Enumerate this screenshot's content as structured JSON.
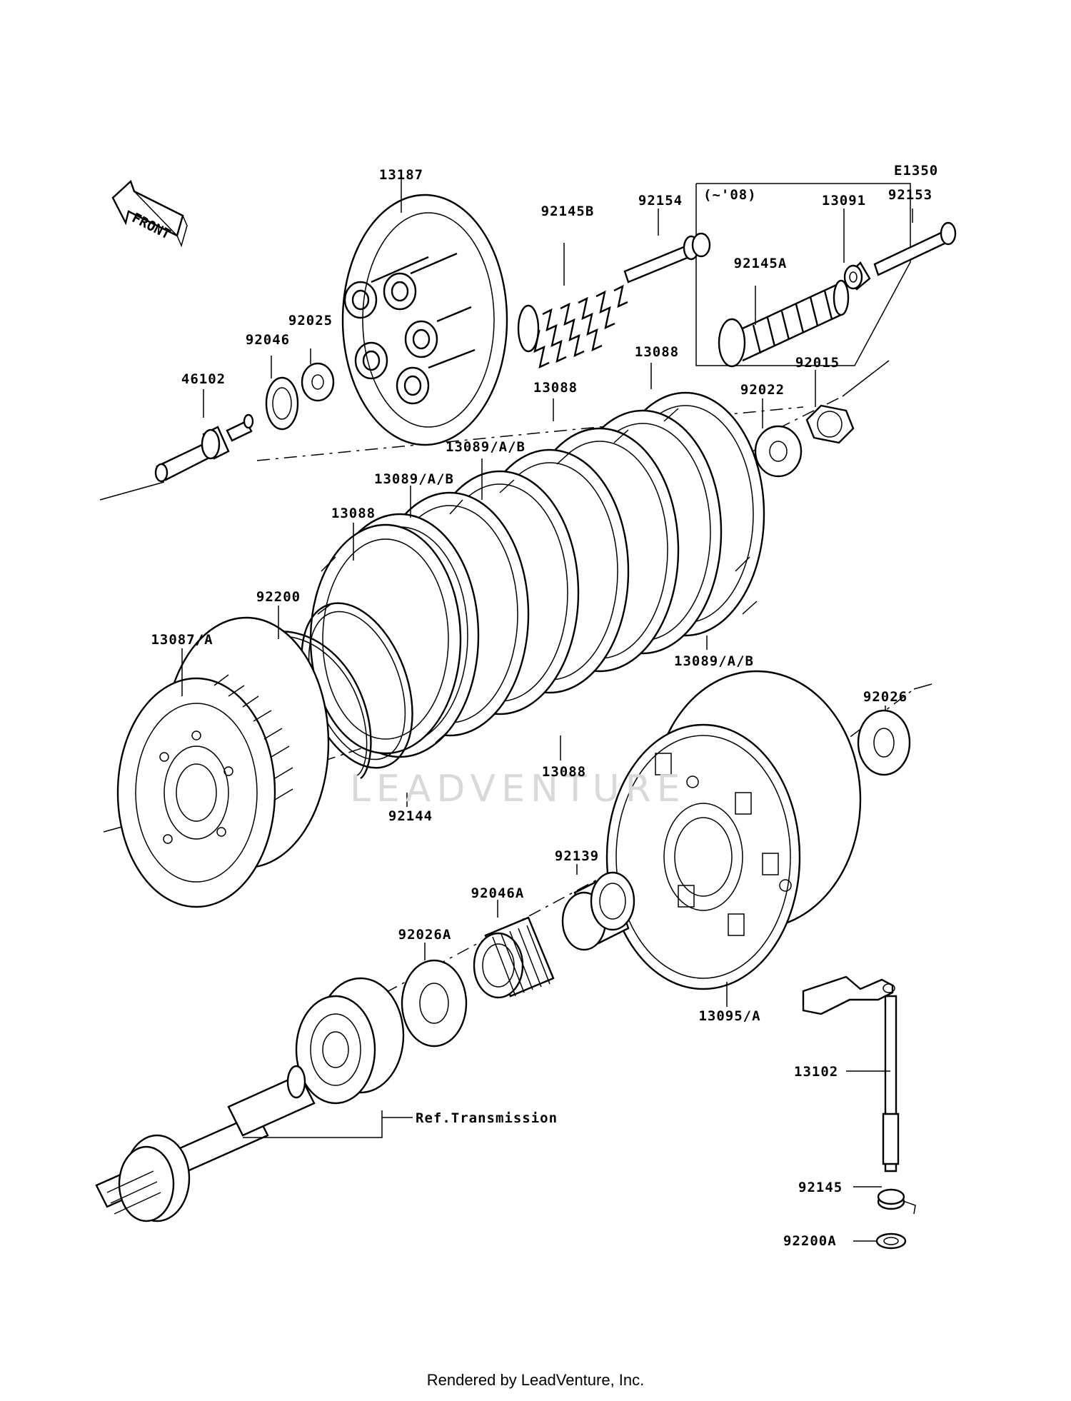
{
  "diagram_code": "E1350",
  "front_label": "FRONT",
  "variant_note": "(~'08)",
  "watermark": "LEADVENTURE",
  "footer": "Rendered by LeadVenture, Inc.",
  "parts": {
    "p13187": "13187",
    "p92154": "92154",
    "p92153": "92153",
    "p13091": "13091",
    "p92145B": "92145B",
    "p92145A": "92145A",
    "p92025": "92025",
    "p92046": "92046",
    "p46102": "46102",
    "p13088_top": "13088",
    "p13088_upper": "13088",
    "p92022": "92022",
    "p92015": "92015",
    "p13089_1": "13089/A/B",
    "p13089_2": "13089/A/B",
    "p13088_left": "13088",
    "p92200": "92200",
    "p13087": "13087/A",
    "p13089_3": "13089/A/B",
    "p92026": "92026",
    "p13088_bottom": "13088",
    "p92144": "92144",
    "p92139": "92139",
    "p92046A": "92046A",
    "p92026A": "92026A",
    "p13095": "13095/A",
    "ref_transmission": "Ref.Transmission",
    "p13102": "13102",
    "p92145": "92145",
    "p92200A": "92200A"
  }
}
